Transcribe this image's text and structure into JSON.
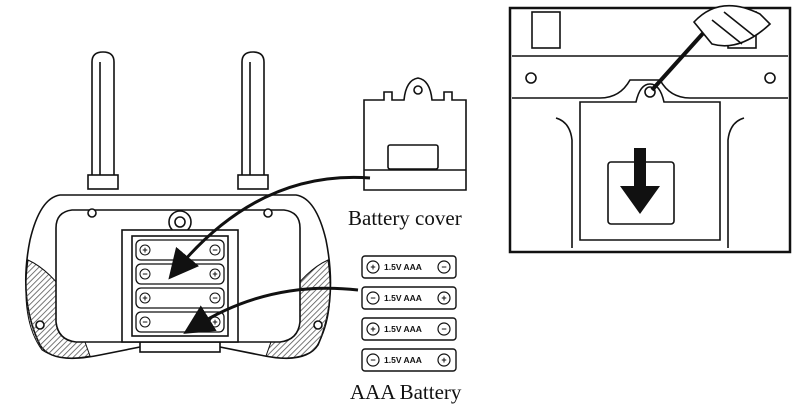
{
  "labels": {
    "battery_cover": "Battery cover",
    "aaa_battery": "AAA Battery"
  },
  "batteries": [
    {
      "text": "1.5V AAA",
      "left": "+",
      "right": "−"
    },
    {
      "text": "1.5V AAA",
      "left": "−",
      "right": "+"
    },
    {
      "text": "1.5V AAA",
      "left": "+",
      "right": "−"
    },
    {
      "text": "1.5V AAA",
      "left": "−",
      "right": "+"
    }
  ],
  "compartment_slots": [
    {
      "left": "+",
      "right": "−"
    },
    {
      "left": "−",
      "right": "+"
    },
    {
      "left": "+",
      "right": "−"
    },
    {
      "left": "−",
      "right": "+"
    }
  ],
  "icons": [
    "controller",
    "battery-cover",
    "arrow",
    "screwdriver",
    "down-arrow"
  ],
  "colors": {
    "line": "#111111",
    "fill": "#ffffff",
    "hatch": "#555555"
  }
}
